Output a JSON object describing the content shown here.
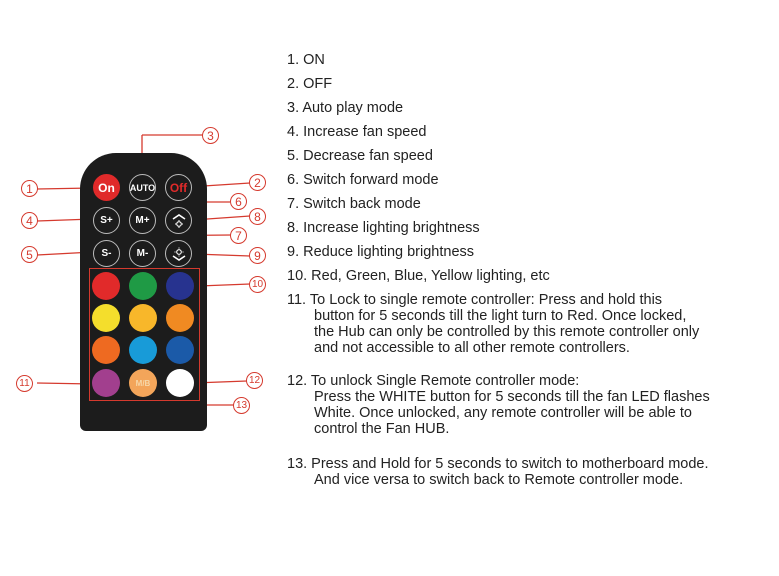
{
  "remote": {
    "buttons": {
      "on": "On",
      "auto": "AUTO",
      "off": "Off",
      "s_plus": "S+",
      "m_plus": "M+",
      "s_minus": "S-",
      "m_minus": "M-",
      "mb": "M/B"
    },
    "color_keys": [
      "#e12a2a",
      "#1f9a45",
      "#27338f",
      "#f4de2c",
      "#f8b72a",
      "#f08a22",
      "#ee6a21",
      "#189bd8",
      "#1b5aa8",
      "#a23f8e",
      "#f3a55a",
      "#ffffff"
    ],
    "callouts": [
      "1",
      "2",
      "3",
      "4",
      "5",
      "6",
      "7",
      "8",
      "9",
      "10",
      "11",
      "12",
      "13"
    ]
  },
  "legend": [
    {
      "lines": [
        "1. ON"
      ]
    },
    {
      "lines": [
        "2. OFF"
      ]
    },
    {
      "lines": [
        "3. Auto play mode"
      ]
    },
    {
      "lines": [
        "4. Increase fan speed"
      ]
    },
    {
      "lines": [
        "5. Decrease fan speed"
      ]
    },
    {
      "lines": [
        "6. Switch forward mode"
      ]
    },
    {
      "lines": [
        "7. Switch back mode"
      ]
    },
    {
      "lines": [
        "8. Increase lighting brightness"
      ]
    },
    {
      "lines": [
        "9. Reduce lighting brightness"
      ]
    },
    {
      "lines": [
        "10. Red, Green, Blue, Yellow lighting, etc"
      ]
    },
    {
      "lines": [
        "11. To Lock to single remote controller: Press and hold this",
        "button for 5 seconds till the light turn to Red. Once locked,",
        "the Hub can only be controlled by this remote controller only",
        "and not accessible to all other remote controllers."
      ]
    },
    {
      "lines": [
        "12. To unlock Single Remote controller mode:",
        "Press the WHITE button for 5 seconds till the fan LED flashes",
        "White. Once unlocked, any remote controller will be able to",
        "control the Fan HUB."
      ]
    },
    {
      "lines": [
        "13. Press and Hold for 5 seconds to switch to motherboard mode.",
        "And vice versa to switch back to Remote controller mode."
      ]
    }
  ]
}
